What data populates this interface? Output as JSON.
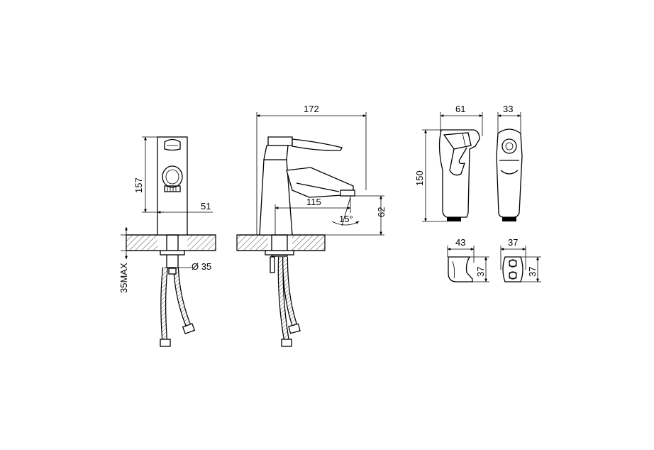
{
  "front_view": {
    "height_label": "157",
    "spout_offset_label": "51",
    "hole_label": "Ø 35",
    "max_thickness_label": "35MAX"
  },
  "side_view": {
    "length_label": "172",
    "spout_reach_label": "115",
    "angle_label": "15°",
    "spout_height_label": "62"
  },
  "hand_shower": {
    "width_label": "61",
    "depth_label": "33",
    "height_label": "150"
  },
  "holder": {
    "width_label": "43",
    "height_label": "37",
    "plate_width_label": "37",
    "plate_height_label": "37"
  }
}
